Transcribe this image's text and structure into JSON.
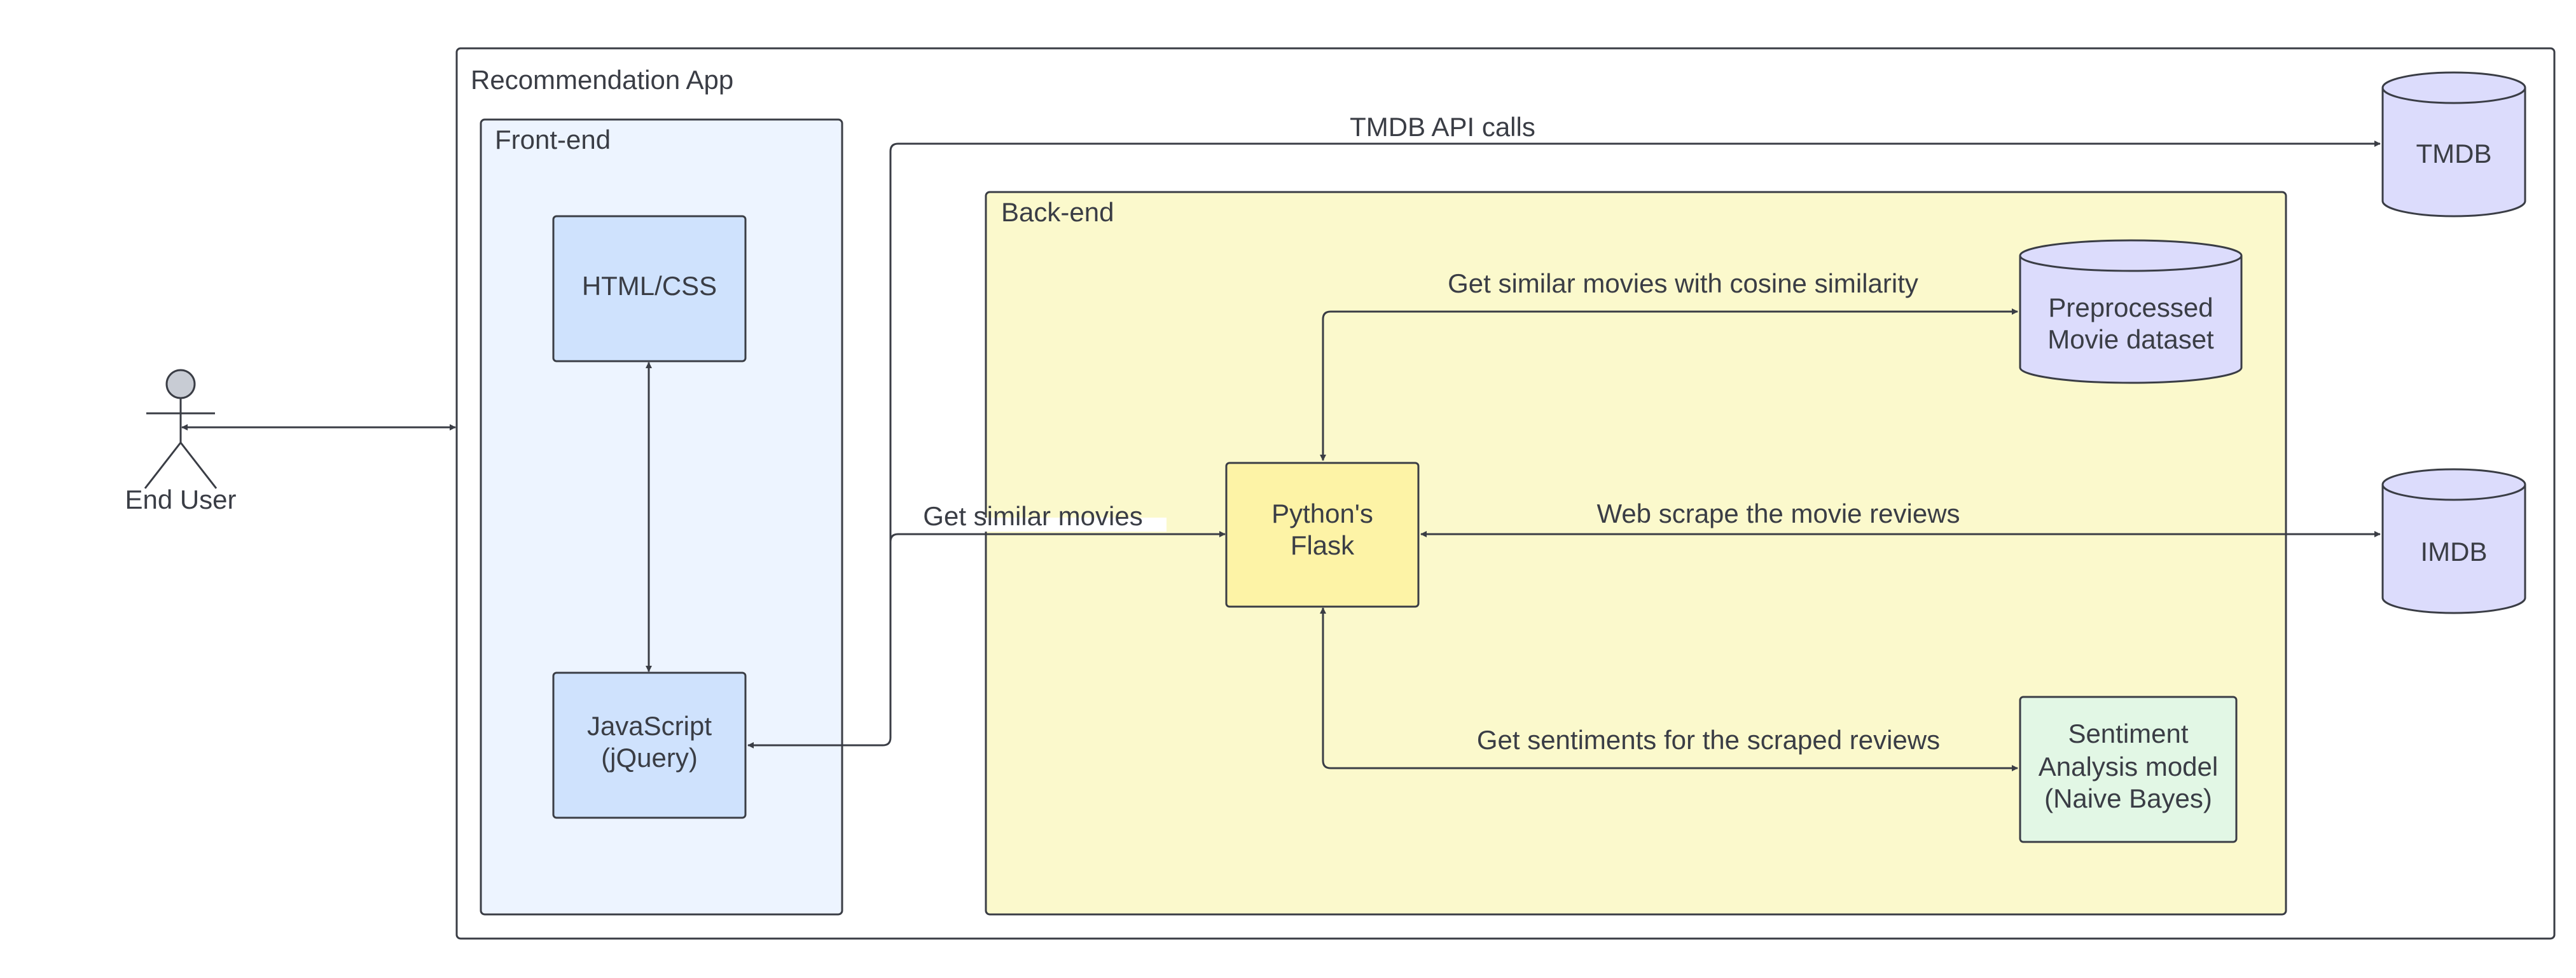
{
  "containers": {
    "app": "Recommendation App",
    "frontend": "Front-end",
    "backend": "Back-end"
  },
  "actor": {
    "label": "End User"
  },
  "nodes": {
    "html_css": "HTML/CSS",
    "javascript": [
      "JavaScript",
      "(jQuery)"
    ],
    "flask": [
      "Python's",
      "Flask"
    ],
    "preprocessed": [
      "Preprocessed",
      "Movie dataset"
    ],
    "sentiment": [
      "Sentiment",
      "Analysis model",
      "(Naive Bayes)"
    ],
    "tmdb": "TMDB",
    "imdb": "IMDB"
  },
  "edges": {
    "tmdb_api": "TMDB API calls",
    "get_similar": "Get similar movies",
    "cosine": "Get similar movies with cosine similarity",
    "web_scrape": "Web scrape the movie reviews",
    "sentiments": "Get sentiments for the scraped reviews"
  },
  "colors": {
    "stroke": "#3a3d45",
    "frontend_fill": "#edf4ff",
    "component_fill": "#cfe2fd",
    "backend_fill": "#fbf9cc",
    "flask_fill": "#fdf3a6",
    "database_fill": "#dcdcfc",
    "sentiment_fill": "#e2f7e5",
    "actor_head": "#c8ccd4"
  }
}
